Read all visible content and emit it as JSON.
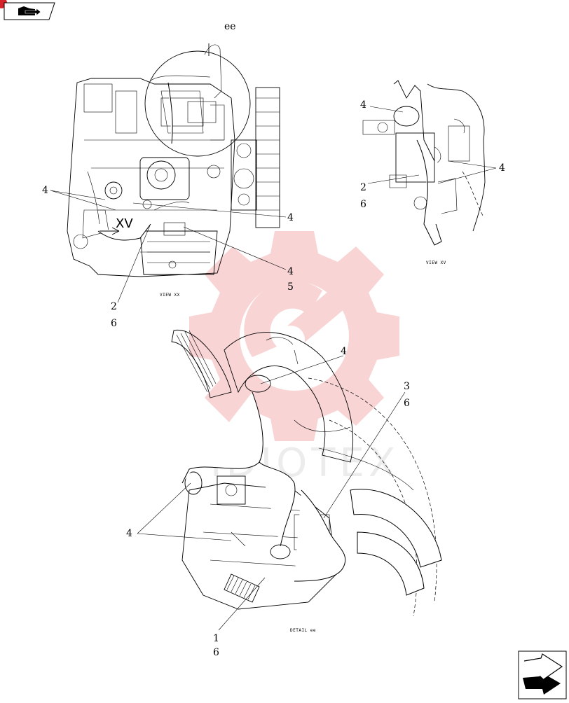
{
  "nav": {
    "back_icon": "book-arrow-icon",
    "next_icon": "next-page-arrow-icon"
  },
  "watermark": {
    "text": "IDIOTEX",
    "color": "#e8686a"
  },
  "views": {
    "main_engine": {
      "caption": "VIEW XX",
      "section_marker": "XV",
      "detail_marker": "ee",
      "callouts": [
        "4",
        "4",
        "2",
        "6",
        "4",
        "5",
        "4"
      ]
    },
    "view_xv": {
      "caption": "VIEW XV",
      "callouts": [
        "4",
        "2",
        "6",
        "4"
      ]
    },
    "detail_ee": {
      "caption": "DETAIL ee",
      "callouts": [
        "4",
        "3",
        "6",
        "4",
        "1",
        "6"
      ]
    }
  }
}
